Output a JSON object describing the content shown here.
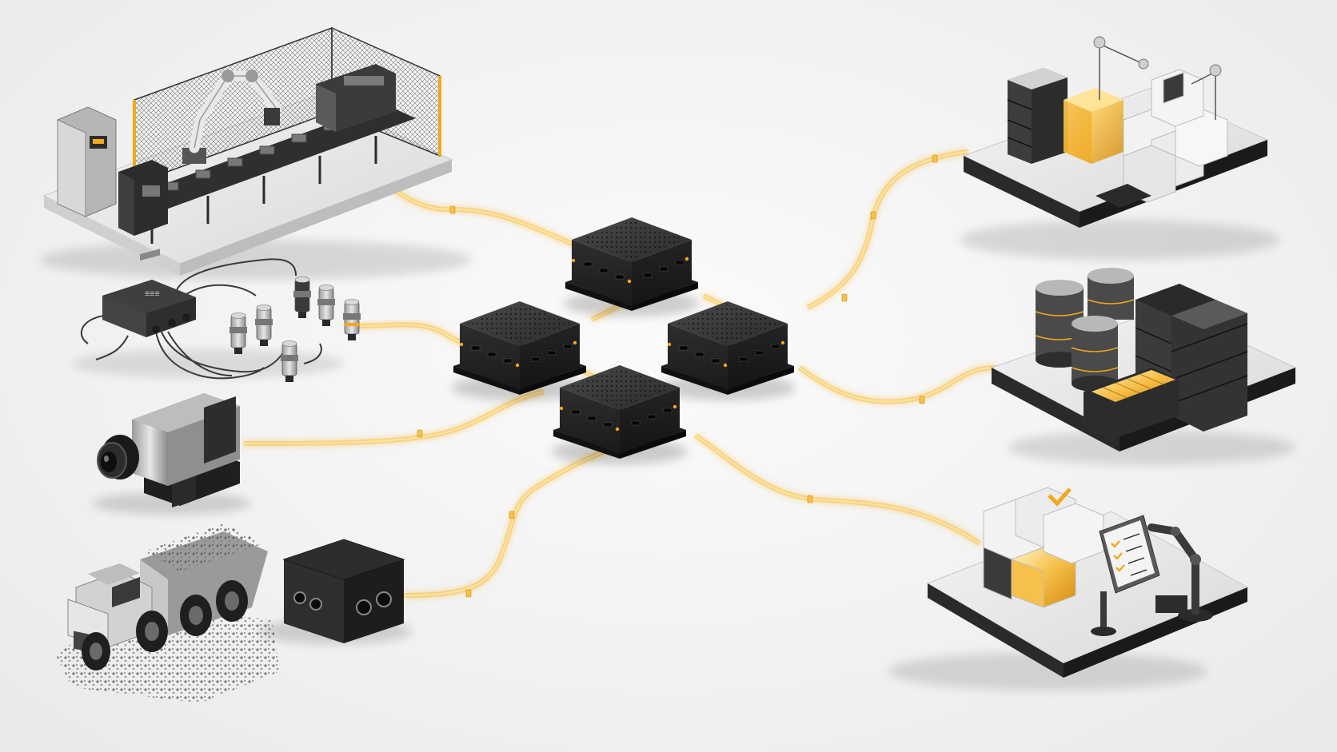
{
  "diagram": {
    "colors": {
      "background": "#f1f1f1",
      "link_glow": "#f7b731",
      "link_core": "#ffe49a",
      "node_dark": "#2a2a2a",
      "node_top": "#3a3a3a",
      "platform": "#dcdcdc",
      "accent": "#f2a81d"
    },
    "central_nodes": [
      {
        "id": "edge-node-top",
        "icon": "edge-computer-icon"
      },
      {
        "id": "edge-node-left",
        "icon": "edge-computer-icon"
      },
      {
        "id": "edge-node-right",
        "icon": "edge-computer-icon"
      },
      {
        "id": "edge-node-bottom",
        "icon": "edge-computer-icon"
      }
    ],
    "sources": [
      {
        "id": "factory-cell",
        "icon": "robotic-assembly-line-icon"
      },
      {
        "id": "sensor-hub",
        "icon": "industrial-sensors-icon"
      },
      {
        "id": "machine-camera",
        "icon": "industrial-camera-icon"
      },
      {
        "id": "haul-truck",
        "icon": "mining-truck-icon"
      },
      {
        "id": "rugged-gateway",
        "icon": "rugged-gateway-icon"
      }
    ],
    "destinations": [
      {
        "id": "compute-cluster",
        "icon": "server-and-cube-cluster-icon"
      },
      {
        "id": "data-storage",
        "icon": "database-and-archive-icon"
      },
      {
        "id": "quality-inspection",
        "icon": "checklist-and-robot-arm-icon"
      }
    ],
    "labels": {
      "sensor_hub_plate": "☰☰☰"
    }
  }
}
